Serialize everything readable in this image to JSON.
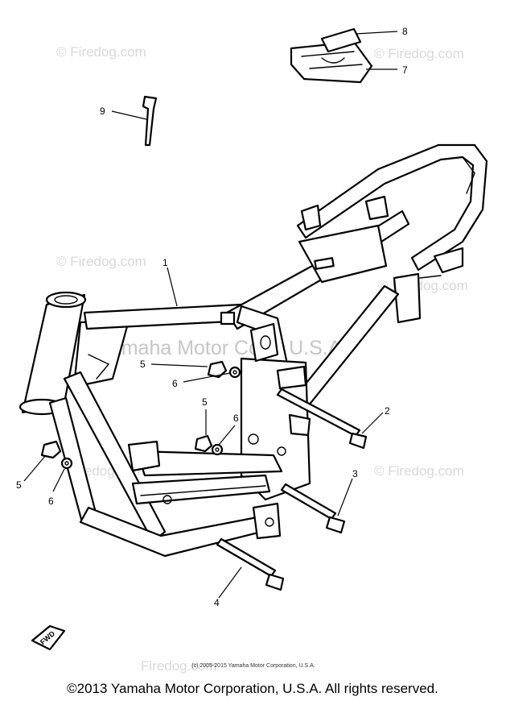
{
  "watermarks": {
    "site": "© Firedog.com",
    "site_short": "Firedog.com",
    "corp": "Yamaha Motor Corp. U.S.A."
  },
  "callouts": [
    "1",
    "2",
    "3",
    "4",
    "5",
    "6",
    "5",
    "6",
    "5",
    "6",
    "7",
    "8",
    "9"
  ],
  "fwd_label": "FWD",
  "fine_print": "(c) 2005-2015 Yamaha Motor Corporation, U.S.A.",
  "copyright": "©2013 Yamaha Motor Corporation, U.S.A. All rights reserved."
}
